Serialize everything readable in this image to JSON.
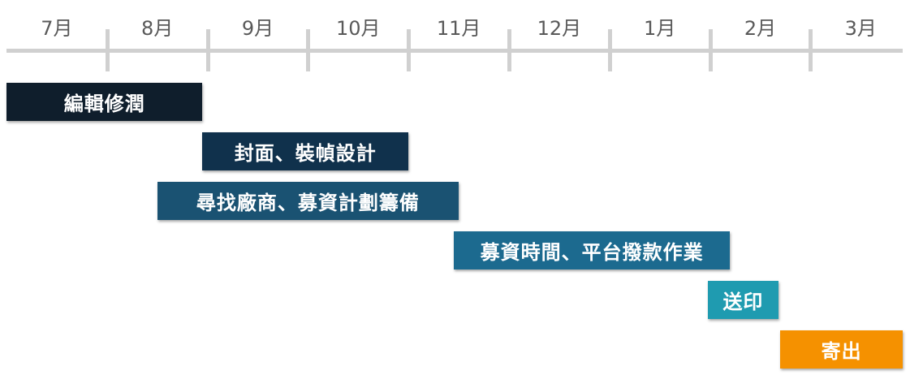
{
  "chart_data": {
    "type": "gantt",
    "months": [
      "7月",
      "8月",
      "9月",
      "10月",
      "11月",
      "12月",
      "1月",
      "2月",
      "3月"
    ],
    "tasks": [
      {
        "label": "編輯修潤",
        "start": 0.0,
        "end": 1.95,
        "color": "#0f1e2c"
      },
      {
        "label": "封面、裝幀設計",
        "start": 1.95,
        "end": 4.0,
        "color": "#10314c"
      },
      {
        "label": "尋找廠商、募資計劃籌備",
        "start": 1.5,
        "end": 4.5,
        "color": "#1a5272"
      },
      {
        "label": "募資時間、平台撥款作業",
        "start": 4.45,
        "end": 7.2,
        "color": "#1c6a8f"
      },
      {
        "label": "送印",
        "start": 6.98,
        "end": 7.68,
        "color": "#1f9bb0"
      },
      {
        "label": "寄出",
        "start": 7.7,
        "end": 8.95,
        "color": "#f59100"
      }
    ]
  }
}
